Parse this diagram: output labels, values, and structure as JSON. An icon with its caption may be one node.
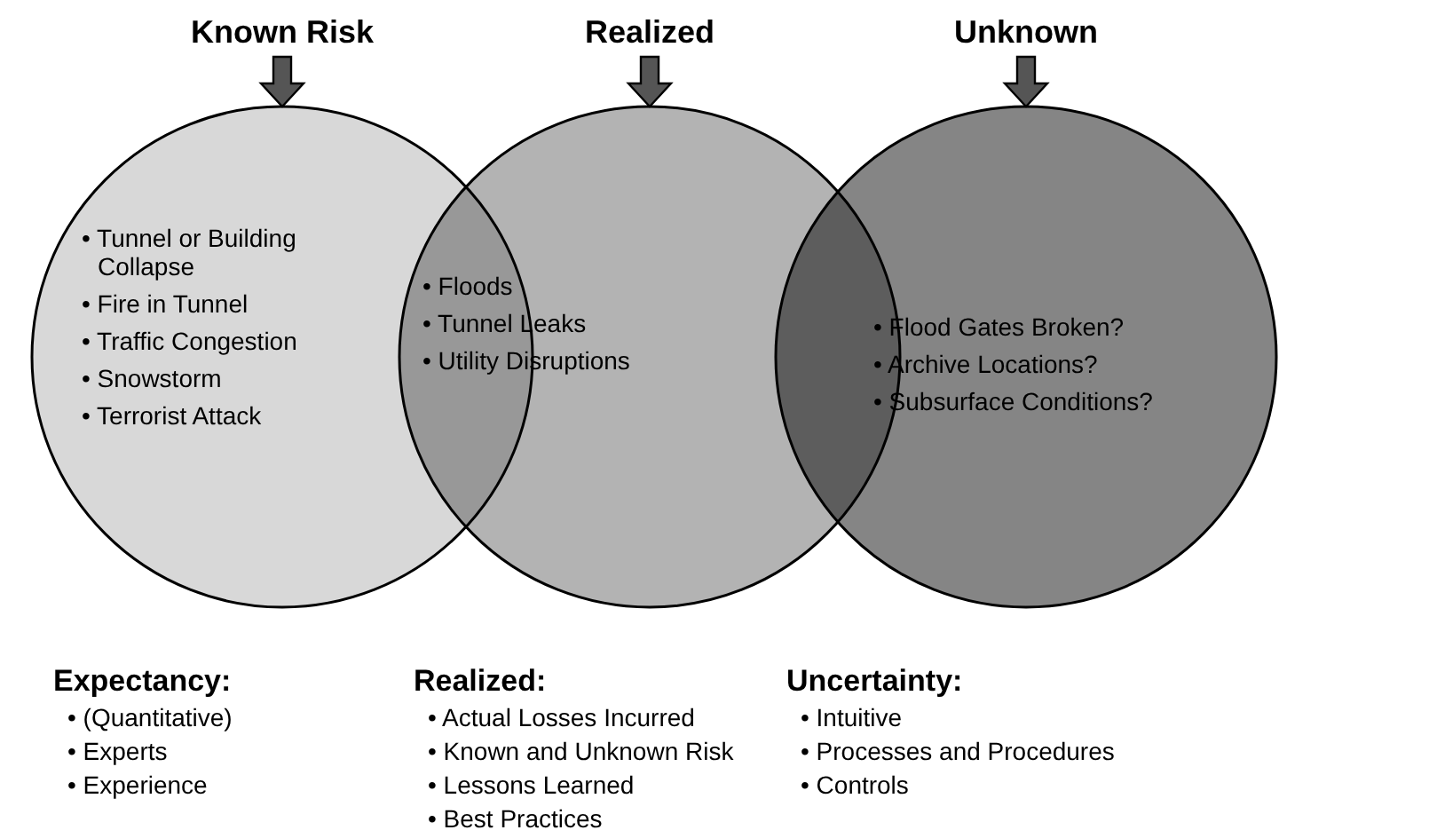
{
  "diagram": {
    "nodes": [
      {
        "text": [
          "Known Risk"
        ]
      },
      {
        "text": [
          "Realized"
        ]
      },
      {
        "text": [
          "Unknown"
        ]
      },
      {
        "text": [
          "• Tunnel or Building Collapse",
          "• Fire in Tunnel",
          "• Traffic Congestion",
          "• Snowstorm",
          "• Terrorist Attack"
        ]
      },
      {
        "text": [
          "• Floods",
          "• Tunnel Leaks",
          "• Utility Disruptions"
        ]
      },
      {
        "text": [
          "• Flood Gates Broken?",
          "• Archive Locations?",
          "• Subsurface Conditions?"
        ]
      }
    ],
    "edges": [
      {
        "from": 0,
        "to": 3,
        "arrow": "to",
        "style": "thick"
      },
      {
        "from": 1,
        "to": 4,
        "arrow": "to",
        "style": "thick"
      },
      {
        "from": 2,
        "to": 5,
        "arrow": "to",
        "style": "thick"
      }
    ],
    "labels": [
      "Expectancy:",
      "• (Quantitative)",
      "• Experts",
      "• Experience",
      "Realized:",
      "• Actual Losses Incurred",
      "• Known and Unknown Risk",
      "• Lessons Learned",
      "• Best Practices",
      "Uncertainty:",
      "• Intuitive",
      "• Processes and Procedures",
      "• Controls"
    ]
  }
}
